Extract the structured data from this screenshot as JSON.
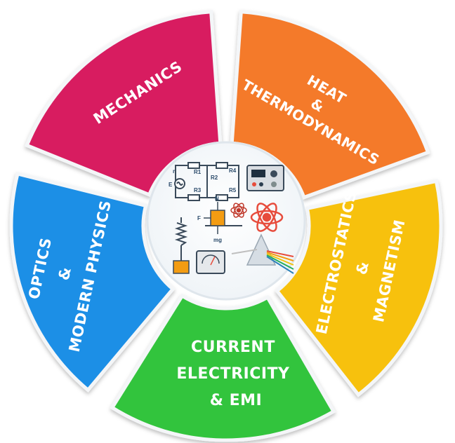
{
  "segments": [
    {
      "id": "mechanics",
      "lines": [
        "MECHANICS"
      ],
      "color": "#d81b60"
    },
    {
      "id": "heat",
      "lines": [
        "HEAT",
        "&",
        "THERMODYNAMICS"
      ],
      "color": "#f47a2a"
    },
    {
      "id": "electrostatics",
      "lines": [
        "ELECTROSTATICS",
        "&",
        "MAGNETISM"
      ],
      "color": "#f7c10f"
    },
    {
      "id": "current",
      "lines": [
        "CURRENT",
        "ELECTRICITY",
        "& EMI"
      ],
      "color": "#33c43c"
    },
    {
      "id": "optics",
      "lines": [
        "OPTICS",
        "&",
        "MODERN PHYSICS"
      ],
      "color": "#1e8fe6"
    }
  ],
  "center": {
    "circuit_labels": [
      "r",
      "R1",
      "R2",
      "R3",
      "R4",
      "R5",
      "E"
    ],
    "force_labels": [
      "N",
      "F",
      "mg"
    ]
  }
}
